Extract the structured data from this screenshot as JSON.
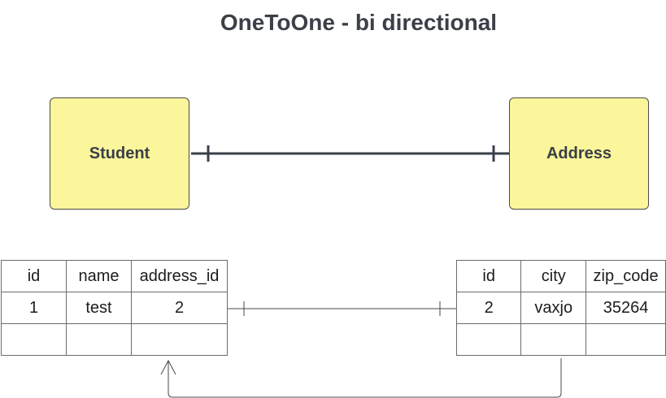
{
  "title": "OneToOne - bi directional",
  "entities": {
    "student": "Student",
    "address": "Address"
  },
  "student_table": {
    "columns": [
      "id",
      "name",
      "address_id"
    ],
    "rows": [
      [
        "1",
        "test",
        "2"
      ],
      [
        "",
        "",
        ""
      ]
    ]
  },
  "address_table": {
    "columns": [
      "id",
      "city",
      "zip_code"
    ],
    "rows": [
      [
        "2",
        "vaxjo",
        "35264"
      ],
      [
        "",
        "",
        ""
      ]
    ]
  },
  "colors": {
    "entity_fill": "#fbf59b",
    "entity_border": "#4a4a4a",
    "connector": "#3a3f48",
    "table_border": "#6b6b6b"
  }
}
